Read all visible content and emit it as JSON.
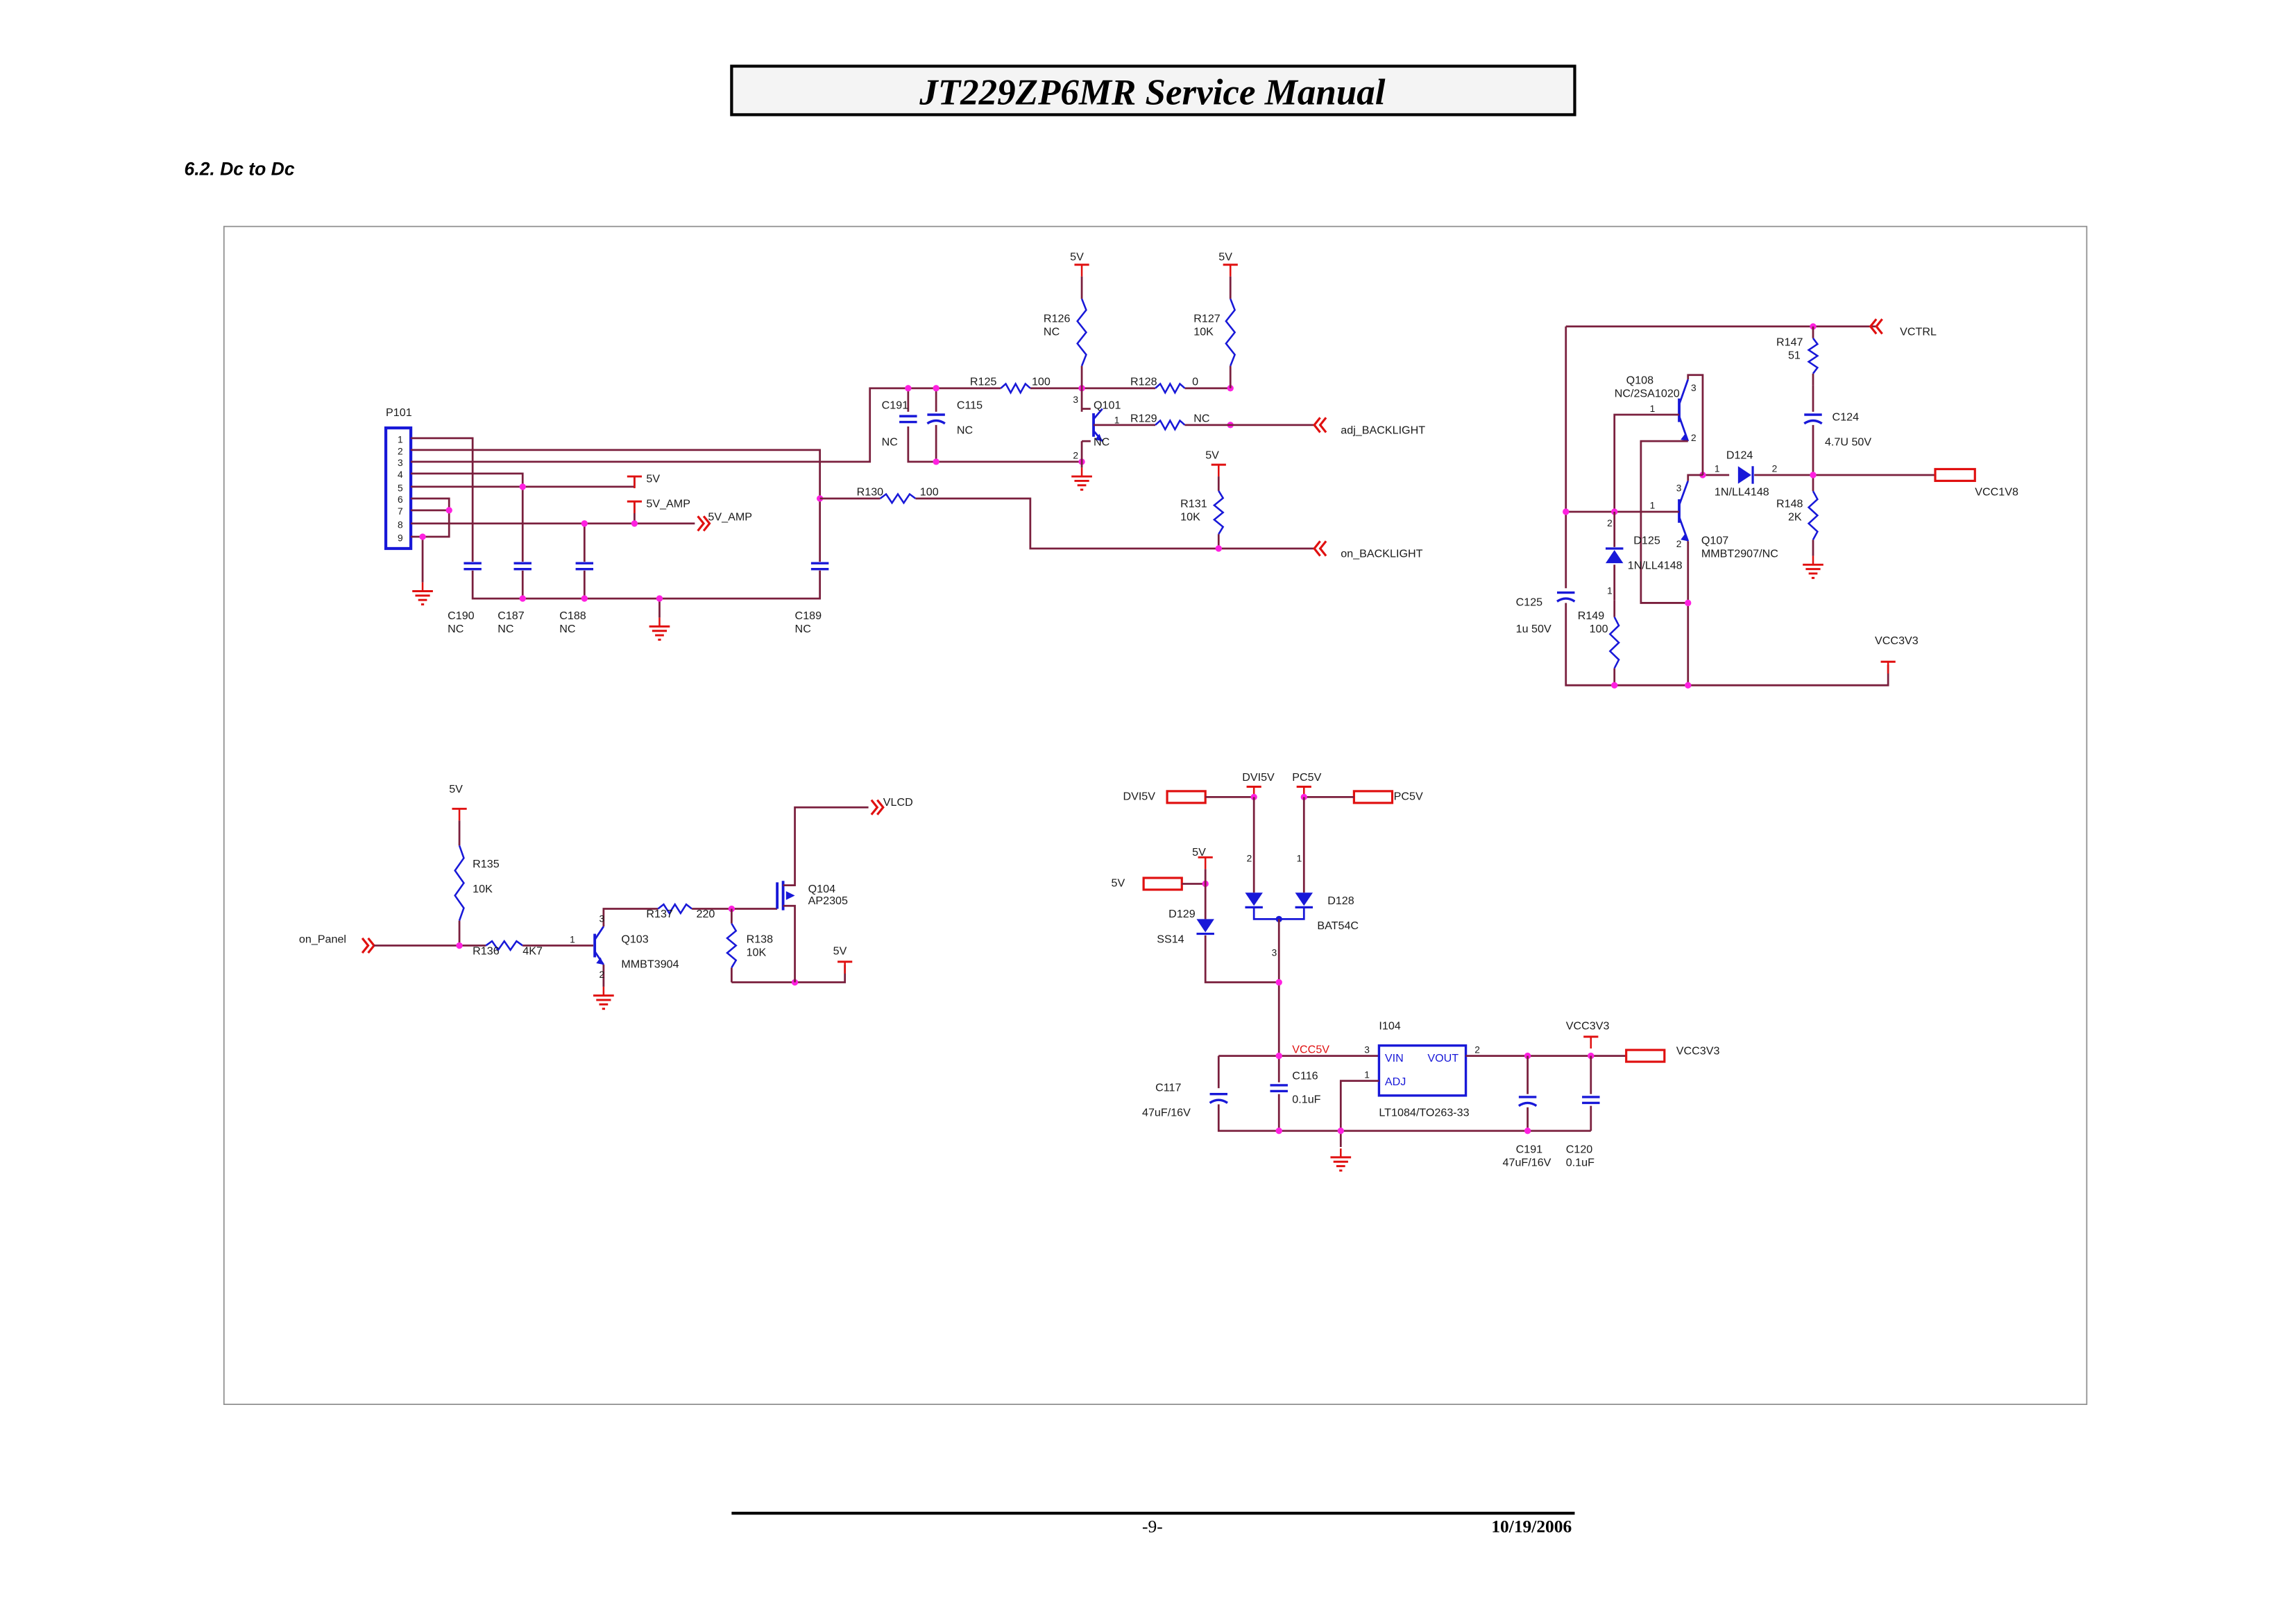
{
  "header": {
    "title": "JT229ZP6MR Service Manual"
  },
  "section_title": "6.2. Dc to Dc",
  "footer": {
    "page": "-9-",
    "date": "10/19/2006"
  },
  "colors": {
    "wire": "#7a1f3d",
    "pin": "#e01010",
    "component": "#1818d8",
    "junction": "#ff20e0",
    "frame": "#8c8c8c"
  },
  "schematic": {
    "labels": {
      "p101": "P101",
      "p101_pin1": "1",
      "p101_pin2": "2",
      "p101_pin3": "3",
      "p101_pin4": "4",
      "p101_pin5": "5",
      "p101_pin6": "6",
      "p101_pin7": "7",
      "p101_pin8": "8",
      "p101_pin9": "9",
      "pwr_5v_r126": "5V",
      "pwr_5v_r127": "5V",
      "r126_ref": "R126",
      "r126_val": "NC",
      "r127_ref": "R127",
      "r127_val": "10K",
      "r125_ref": "R125",
      "r125_val": "100",
      "r128_ref": "R128",
      "r128_val": "0",
      "c191a_ref": "C191",
      "c191a_val": "NC",
      "c115_ref": "C115",
      "c115_val": "NC",
      "q101_ref": "Q101",
      "q101_val": "NC",
      "q101_pin3": "3",
      "q101_pin1": "1",
      "q101_pin2": "2",
      "r129_ref": "R129",
      "r129_val": "NC",
      "adj_backlight": "adj_BACKLIGHT",
      "pwr_5v_p101": "5V",
      "pwr_5v_amp": "5V_AMP",
      "net_5v_amp": "5V_AMP",
      "r130_ref": "R130",
      "r130_val": "100",
      "pwr_5v_r131": "5V",
      "r131_ref": "R131",
      "r131_val": "10K",
      "on_backlight": "on_BACKLIGHT",
      "c190_ref": "C190",
      "c190_val": "NC",
      "c187_ref": "C187",
      "c187_val": "NC",
      "c188_ref": "C188",
      "c188_val": "NC",
      "c189_ref": "C189",
      "c189_val": "NC",
      "vctrl": "VCTRL",
      "r147_ref": "R147",
      "r147_val": "51",
      "q108_ref": "Q108",
      "q108_val": "NC/2SA1020",
      "q108_pin3": "3",
      "q108_pin1": "1",
      "q108_pin2": "2",
      "c124_ref": "C124",
      "c124_val": "4.7U 50V",
      "d124_ref": "D124",
      "d124_val": "1N/LL4148",
      "d124_pin1": "1",
      "d124_pin2": "2",
      "vcc1v8": "VCC1V8",
      "r148_ref": "R148",
      "r148_val": "2K",
      "d125_ref": "D125",
      "d125_val": "1N/LL4148",
      "d125_pin2": "2",
      "d125_pin1": "1",
      "q107_ref": "Q107",
      "q107_val": "MMBT2907/NC",
      "q107_pin3": "3",
      "q107_pin1": "1",
      "q107_pin2": "2",
      "c125_ref": "C125",
      "c125_val": "1u 50V",
      "r149_ref": "R149",
      "r149_val": "100",
      "vcc3v3_top": "VCC3V3",
      "pwr_5v_r135": "5V",
      "r135_ref": "R135",
      "r135_val": "10K",
      "on_panel": "on_Panel",
      "r136_ref": "R136",
      "r136_val": "4K7",
      "q103_ref": "Q103",
      "q103_val": "MMBT3904",
      "q103_pin1": "1",
      "q103_pin3": "3",
      "q103_pin2": "2",
      "r137_ref": "R137",
      "r137_val": "220",
      "r138_ref": "R138",
      "r138_val": "10K",
      "q104_ref": "Q104",
      "q104_val": "AP2305",
      "vlcd": "VLCD",
      "pwr_5v_q104": "5V",
      "dvi5v_port": "DVI5V",
      "dvi5v_pwr": "DVI5V",
      "pc5v_pwr": "PC5V",
      "pc5v_port": "PC5V",
      "pwr_5v_d129": "5V",
      "port_5v": "5V",
      "d129_ref": "D129",
      "d129_val": "SS14",
      "d128_ref": "D128",
      "d128_val": "BAT54C",
      "d128_pin2": "2",
      "d128_pin1": "1",
      "d128_pin3": "3",
      "i104_ref": "I104",
      "i104_val": "LT1084/TO263-33",
      "i104_vin": "VIN",
      "i104_vout": "VOUT",
      "i104_adj": "ADJ",
      "i104_pin3": "3",
      "i104_pin2": "2",
      "i104_pin1": "1",
      "vcc5v": "VCC5V",
      "c116_ref": "C116",
      "c116_val": "0.1uF",
      "c117_ref": "C117",
      "c117_val": "47uF/16V",
      "vcc3v3_pwr": "VCC3V3",
      "vcc3v3_port": "VCC3V3",
      "c191b_ref": "C191",
      "c191b_val": "47uF/16V",
      "c120_ref": "C120",
      "c120_val": "0.1uF"
    }
  }
}
